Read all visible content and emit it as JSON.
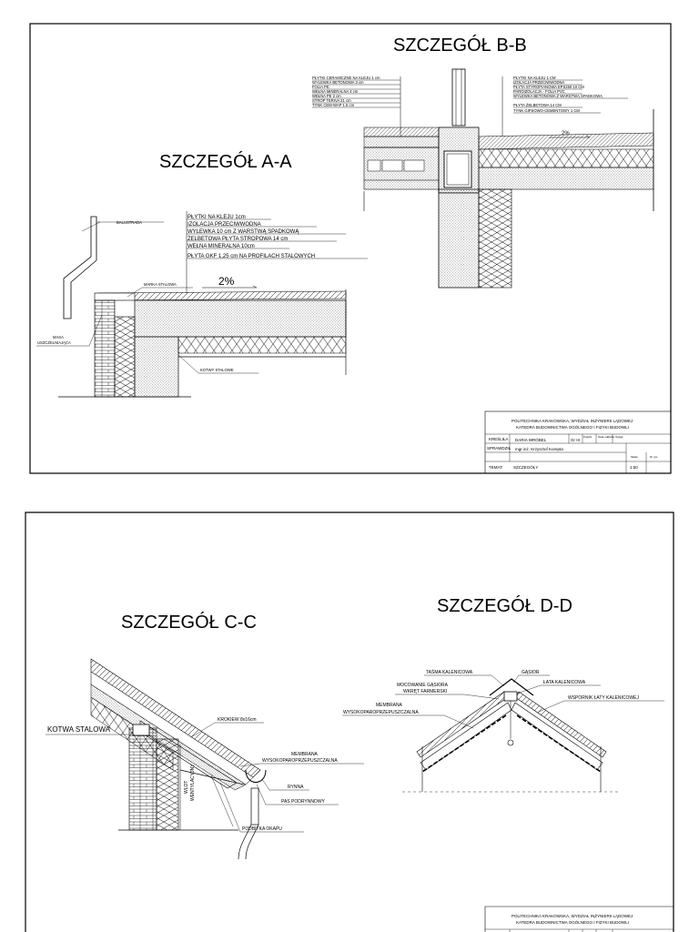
{
  "sheet1": {
    "title_bb": "SZCZEGÓŁ B-B",
    "title_aa": "SZCZEGÓŁ A-A",
    "bb_left_layers": [
      "PŁYTKI CERAMICZNE NA KLEJU 1 cm",
      "WYLEWKA BETONOWA 3 cm",
      "FOLIA PE",
      "WEŁNA MINERALNA 4 cm",
      "WEŁNA PE 2 cm",
      "STROP TERIVA 21 cm",
      "TYNK CEM-WAP 1.5 cm"
    ],
    "bb_right_layers": [
      "PŁYTKI NA KLEJU 1 CM",
      "IZOLACJA PRZECIWWODNA",
      "PŁYTA STYROPIANOWA EPS250 10 CM",
      "PAROIZOLACJA - FOLIA PVC",
      "WYLEWKA BETONOWA Z WARSTWĄ SPADKOWĄ",
      "PŁYTA ŻELBETOWA 14 CM",
      "TYNK GIPSOWO-CEMENTOWY 1 CM"
    ],
    "bb_slope": "2%",
    "aa_layers": [
      "PŁYTKI NA KLEJU 1cm",
      "IZOLACJA PRZECIWWODNA",
      "WYLEWKA 10 cm Z WARSTWĄ SPADKOWĄ",
      "ŻELBETOWA PŁYTA STROPOWA 14 cm",
      "WEŁNA MINERALNA 10cm",
      "PŁYTA GKF 1,25 cm NA PROFILACH STALOWYCH"
    ],
    "aa_slope": "2%",
    "lbl_balustrada": "BALUSTRADA",
    "lbl_marka": "MARKA STALOWA",
    "lbl_masa_1": "MASA",
    "lbl_masa_2": "USZCZELNIAJĄCA",
    "lbl_kotwy": "KOTWY STALOWE",
    "titleblock": {
      "org_1": "POLITECHNIKA KRAKOWSKA, WYDZIAŁ INŻYNIERII LĄDOWEJ",
      "org_2": "KATEDRA BUDOWNICTWA OGÓLNEGO I FIZYKI BUDOWLI",
      "kreslil_label": "KREŚLIŁA",
      "kreslil_name": "DARIA WRÓBEL",
      "group": "Gr III",
      "col_a": "Podpis",
      "col_b": "Data oddania",
      "col_c": "Uwagi",
      "sprawdzil_label": "SPRAWDZIŁ",
      "sprawdzil_name": "mgr inż. Krzysztof Korepta",
      "temat_label": "TEMAT:",
      "temat_value": "SZCZEGÓŁY",
      "scale_label": "Skala",
      "sheet_label": "Nr rys.",
      "scale_value": "1:50"
    }
  },
  "sheet2": {
    "title_cc": "SZCZEGÓŁ C-C",
    "title_dd": "SZCZEGÓŁ D-D",
    "cc_kotwa": "KOTWA STALOWA",
    "cc_krokiew": "KROKIEW 8x16cm",
    "cc_membrana_1": "MEMBRANA",
    "cc_membrana_2": "WYSOKOPAROPRZEPUSZCZALNA",
    "cc_rynna": "RYNNA",
    "cc_pas": "PAS PODRYNNOWY",
    "cc_wlot_1": "WLOT",
    "cc_wlot_2": "WENTYLACYJNY",
    "cc_podbitka": "PODBITKA OKAPU",
    "dd_tasma": "TAŚMA KALENICOWA",
    "dd_gasior": "GĄSIOR",
    "dd_lata": "ŁATA KALENICOWA",
    "dd_mocowanie_1": "MOCOWANIE GĄSIORA",
    "dd_mocowanie_2": "WKRĘT FARMERSKI",
    "dd_wspornik": "WSPORNIK ŁATY KALENICOWEJ",
    "dd_membrana_1": "MEMBRANA",
    "dd_membrana_2": "WYSOKOPAROPRZEPUSZCZALNA",
    "titleblock": {
      "org_1": "POLITECHNIKA KRAKOWSKA, WYDZIAŁ INŻYNIERII LĄDOWEJ",
      "org_2": "KATEDRA BUDOWNICTWA OGÓLNEGO I FIZYKI BUDOWLI"
    }
  }
}
